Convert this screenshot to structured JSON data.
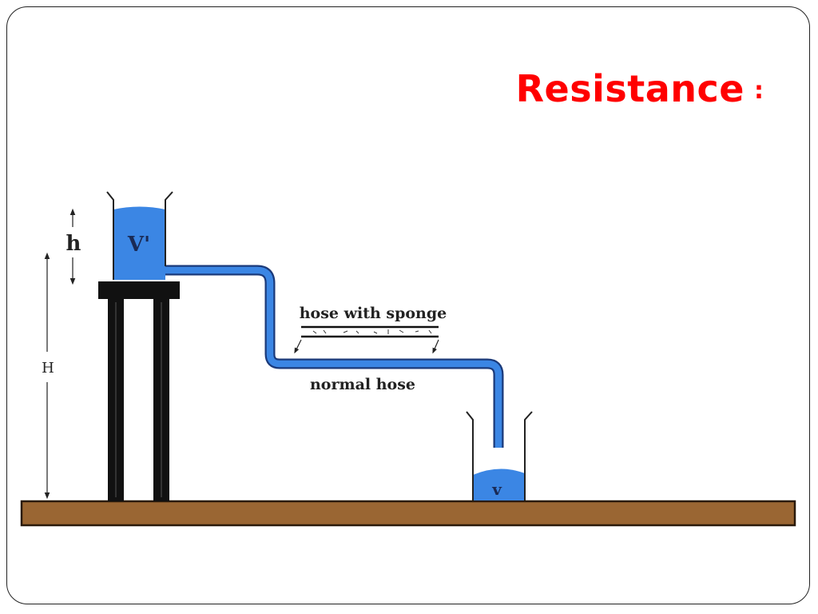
{
  "slide": {
    "title": "Resistance",
    "title_suffix": ":"
  },
  "diagram": {
    "labels": {
      "top_vessel": "V'",
      "bottom_vessel": "v",
      "liquid_height": "h",
      "stand_height": "H",
      "sponge_hose": "hose with sponge",
      "normal_hose": "normal hose"
    },
    "colors": {
      "water": "#3b86e4",
      "ground": "#9a6633",
      "stand": "#111111"
    }
  }
}
